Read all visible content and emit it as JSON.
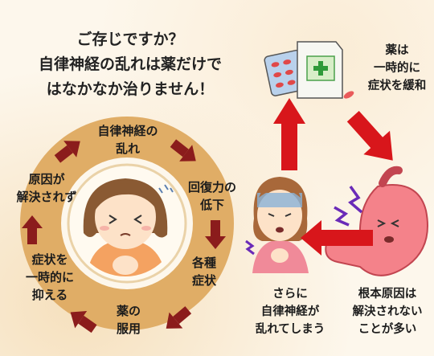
{
  "headline": {
    "lines": [
      "ご存じですか？",
      "自律神経の乱れは薬だけで",
      "はなかなか治りません！"
    ]
  },
  "cycle": {
    "steps": [
      {
        "lines": [
          "自律神経の",
          "乱れ"
        ]
      },
      {
        "lines": [
          "回復力の",
          "低下"
        ]
      },
      {
        "lines": [
          "各種",
          "症状"
        ]
      },
      {
        "lines": [
          "薬の",
          "服用"
        ]
      },
      {
        "lines": [
          "症状を",
          "一時的に",
          "抑える"
        ]
      },
      {
        "lines": [
          "原因が",
          "解決されず"
        ]
      }
    ]
  },
  "flow": {
    "medicine_label": [
      "薬は",
      "一時的に",
      "症状を緩和"
    ],
    "root_cause_label": [
      "根本原因は",
      "解決されない",
      "ことが多い"
    ],
    "worse_label": [
      "さらに",
      "自律神経が",
      "乱れてしまう"
    ]
  },
  "colors": {
    "ring": "#dfaa62",
    "ring_arrow": "#8c1d1d",
    "flow_arrow": "#d8161b",
    "background": "#fdf7ec"
  }
}
